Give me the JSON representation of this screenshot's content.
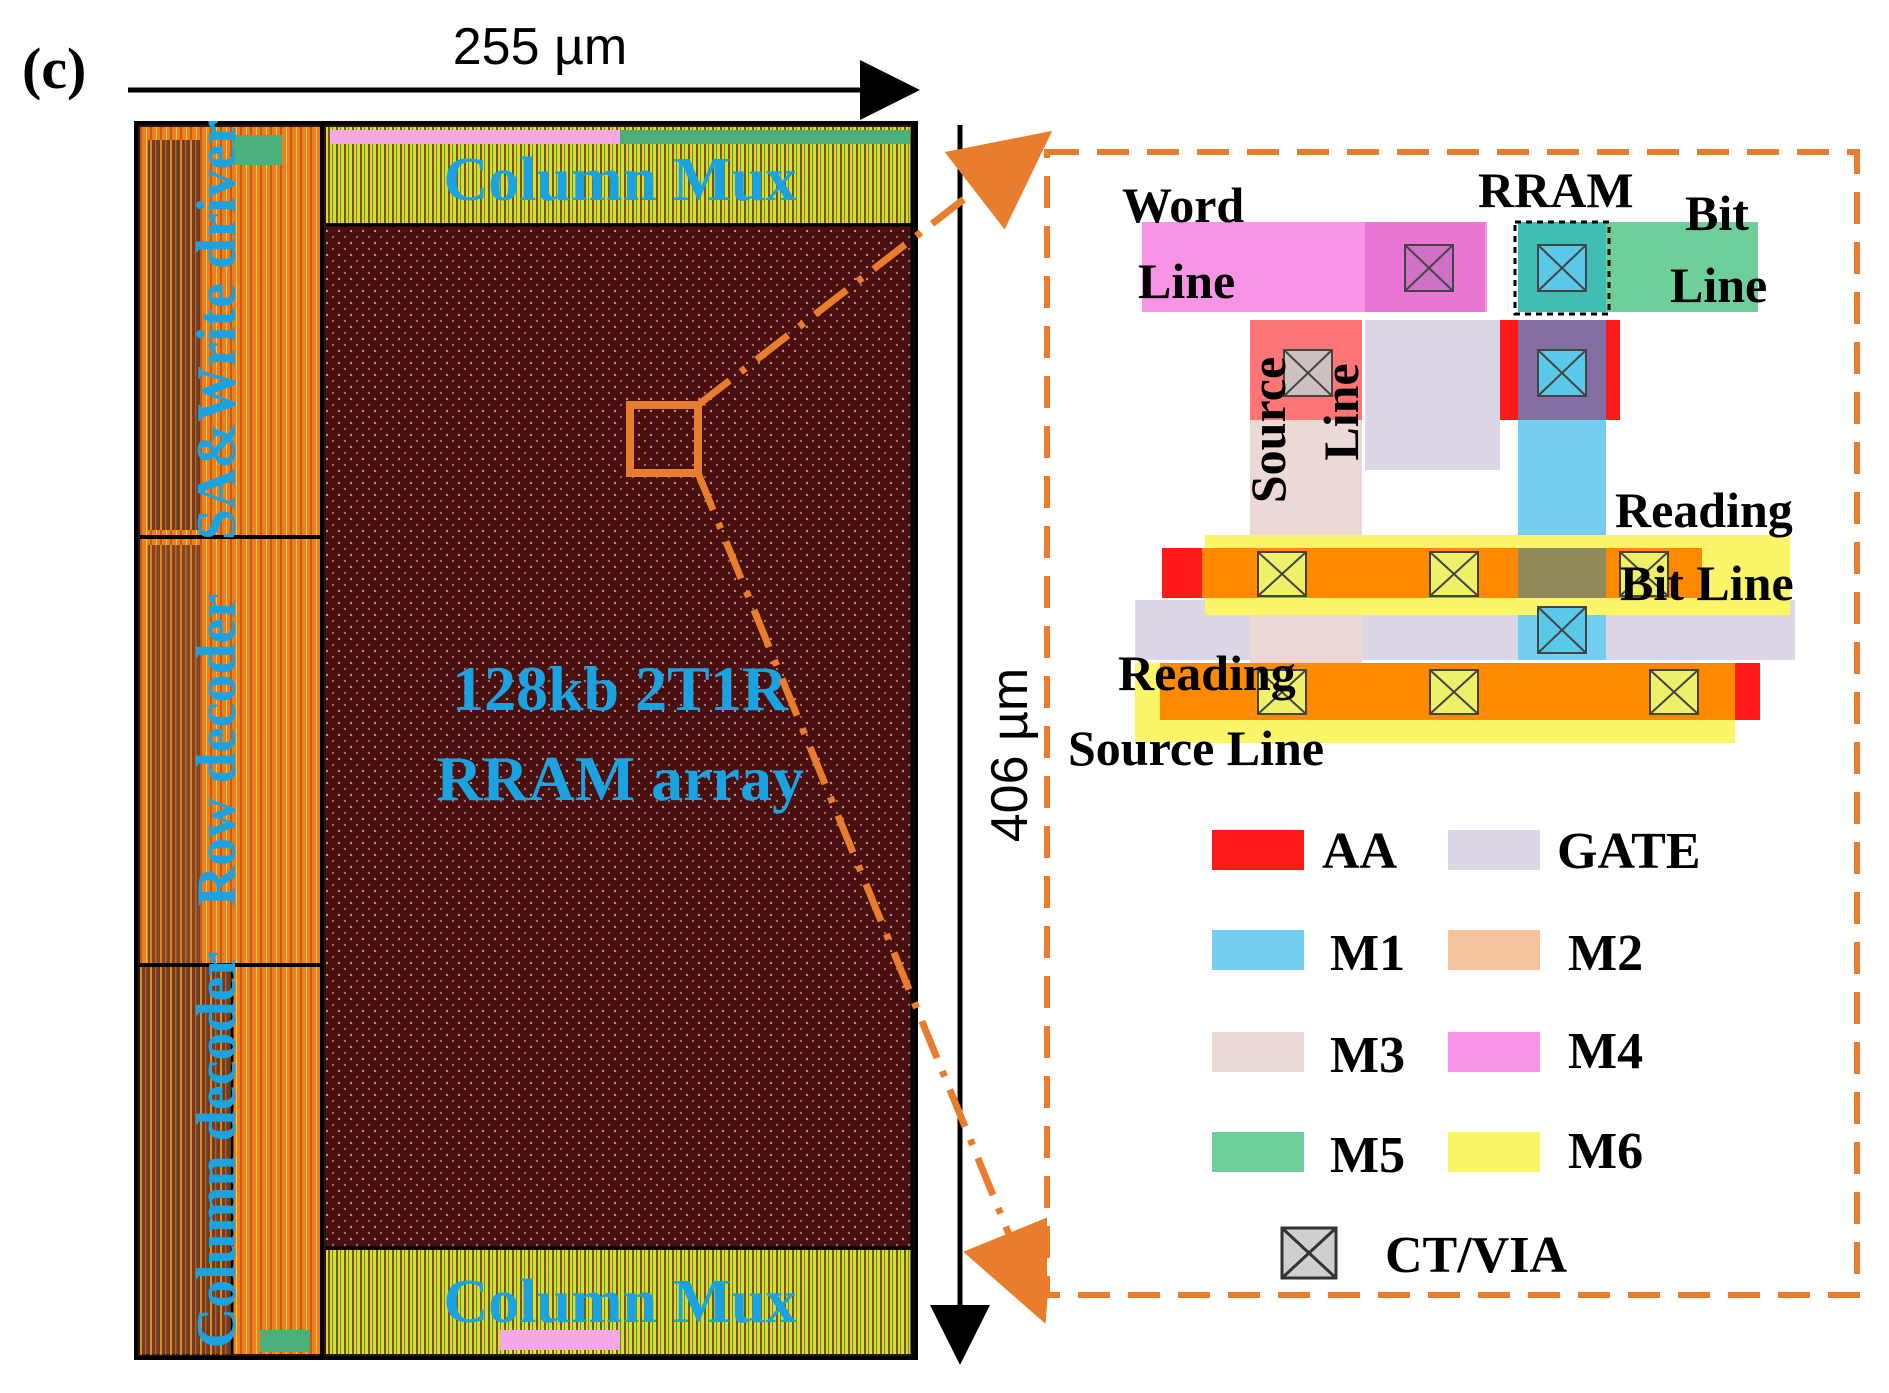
{
  "panel_label": "(c)",
  "dimensions": {
    "width_label": "255 µm",
    "height_label": "406 µm"
  },
  "chip": {
    "blocks": {
      "column_mux_top": "Column Mux",
      "column_mux_bottom": "Column Mux",
      "sa_write_driver": "SA&Write driver",
      "row_decoder": "Row decoder",
      "column_decoder": "Column decoder",
      "array_line1": "128kb 2T1R",
      "array_line2": "RRAM array"
    },
    "label_color": "#1aa3e0",
    "array_color": "#4a0f0f"
  },
  "cell": {
    "labels": {
      "word_line_1": "Word",
      "word_line_2": "Line",
      "rram": "RRAM",
      "bit_line_1": "Bit",
      "bit_line_2": "Line",
      "source_line_1": "Source",
      "source_line_2": "Line",
      "reading_bit_line_1": "Reading",
      "reading_bit_line_2": "Bit Line",
      "reading_source_line_1": "Reading",
      "reading_source_line_2": "Source Line"
    },
    "zoom_box_color": "#e87d2e"
  },
  "legend": [
    {
      "label": "AA",
      "color": "#ff1a1a"
    },
    {
      "label": "GATE",
      "color": "#dcd6e6"
    },
    {
      "label": "M1",
      "color": "#73cef0"
    },
    {
      "label": "M2",
      "color": "#f6c49c"
    },
    {
      "label": "M3",
      "color": "#ecd9d6"
    },
    {
      "label": "M4",
      "color": "#f894e6"
    },
    {
      "label": "M5",
      "color": "#6fcf9a"
    },
    {
      "label": "M6",
      "color": "#fbf56a"
    }
  ],
  "legend_via": "CT/VIA"
}
